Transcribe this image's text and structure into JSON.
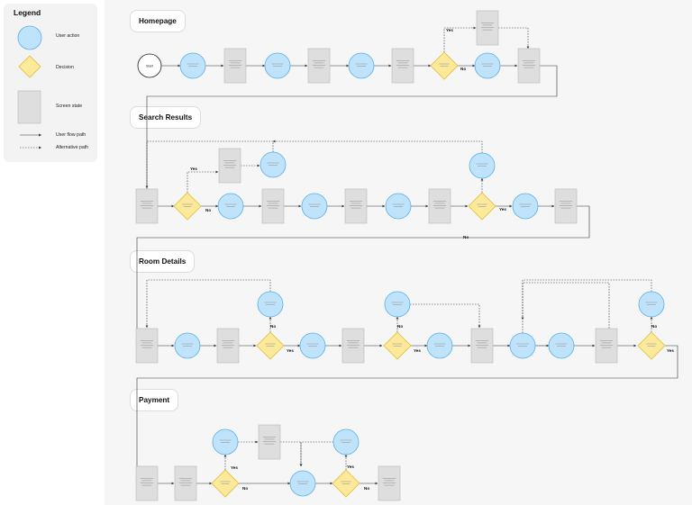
{
  "legend": {
    "title": "Legend",
    "items": {
      "user_action": "User action",
      "decision": "Decision",
      "screen_state": "Screen state",
      "user_flow_path": "User flow path",
      "alternative_path": "Alternative path"
    }
  },
  "sections": {
    "homepage": "Homepage",
    "search_results": "Search Results",
    "room_details": "Room Details",
    "payment": "Payment"
  },
  "branch_labels": {
    "yes": "Yes",
    "no": "No"
  },
  "colors": {
    "action_fill": "#bfe3fb",
    "action_stroke": "#5aaee6",
    "decision_fill": "#fde99a",
    "decision_stroke": "#e0bd3c",
    "screen_fill": "#dedede",
    "screen_stroke": "#b7b7b7",
    "stage_bg": "#f6f6f6",
    "legend_bg": "#f3f3f3"
  },
  "nodes": {
    "start_label": "Start"
  }
}
